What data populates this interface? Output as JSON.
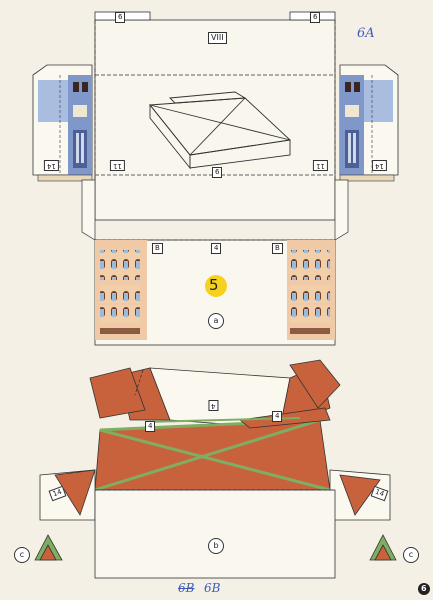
{
  "header": {
    "roman_label": "VIII",
    "handwritten_top": "6A",
    "handwritten_bottom_struck": "6B",
    "handwritten_bottom": "6B"
  },
  "labels": {
    "tab_top_left": "6",
    "tab_top_right": "6",
    "roof_center": "6",
    "side_left_14": "14",
    "side_left_11": "11",
    "side_right_11": "11",
    "side_right_14": "14",
    "wall_B_left": "B",
    "wall_4": "4",
    "wall_B_right": "B",
    "number_badge": "5",
    "circle_a": "a",
    "strip_4": "4",
    "strip_4_left": "4",
    "strip_4_right": "4",
    "wedge_14_left": "14",
    "wedge_14_right": "14",
    "circle_b": "b",
    "circle_c_left": "c",
    "circle_c_right": "c",
    "page_number": "6"
  },
  "colors": {
    "paper": "#f4f0e6",
    "terracotta": "#c8623c",
    "green_stripe": "#7fae62",
    "badge_yellow": "#f6d21f",
    "facade_blue": "#7f98c9",
    "facade_peach": "#f0c9a6"
  }
}
